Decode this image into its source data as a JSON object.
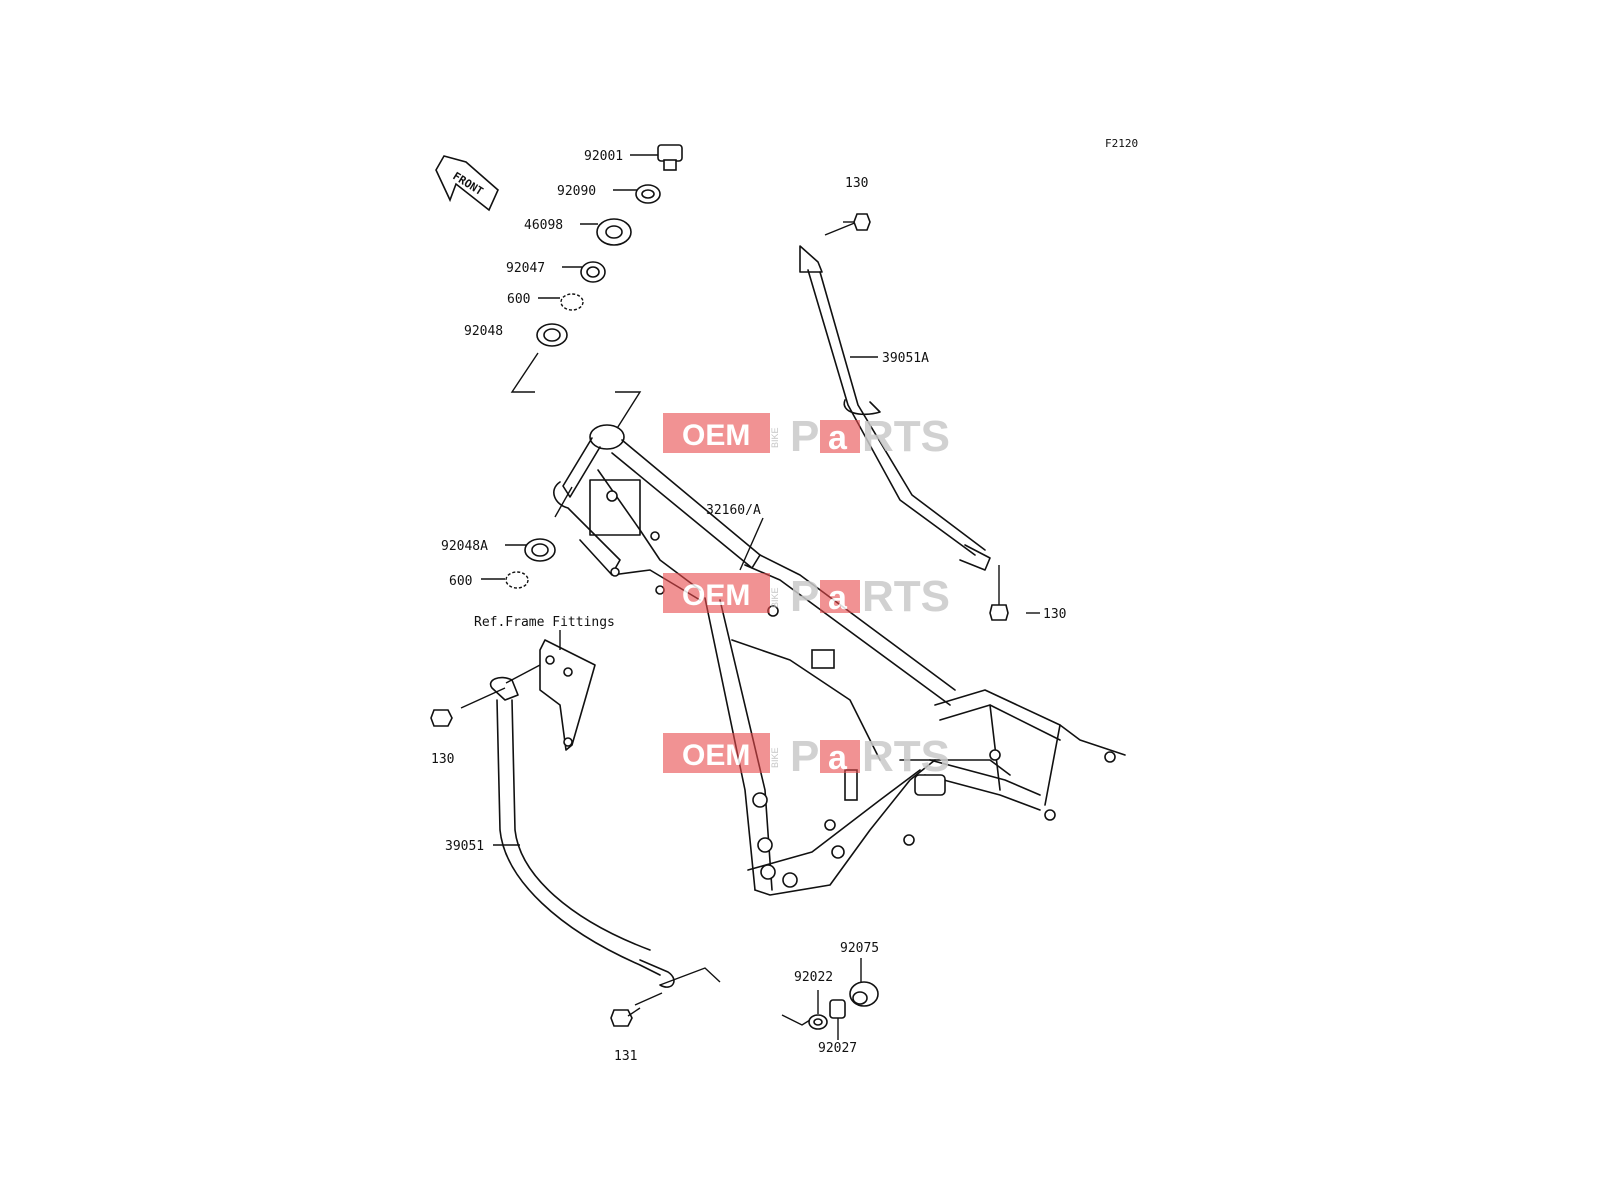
{
  "diagram_code": "F2120",
  "front_label": "FRONT",
  "callouts": [
    {
      "id": "92001",
      "text": "92001"
    },
    {
      "id": "92090",
      "text": "92090"
    },
    {
      "id": "46098",
      "text": "46098"
    },
    {
      "id": "92047",
      "text": "92047"
    },
    {
      "id": "600a",
      "text": "600"
    },
    {
      "id": "92048",
      "text": "92048"
    },
    {
      "id": "130a",
      "text": "130"
    },
    {
      "id": "39051A",
      "text": "39051A"
    },
    {
      "id": "32160A",
      "text": "32160/A"
    },
    {
      "id": "92048A",
      "text": "92048A"
    },
    {
      "id": "600b",
      "text": "600"
    },
    {
      "id": "130b",
      "text": "130"
    },
    {
      "id": "ref",
      "text": "Ref.Frame Fittings"
    },
    {
      "id": "130c",
      "text": "130"
    },
    {
      "id": "39051",
      "text": "39051"
    },
    {
      "id": "92075",
      "text": "92075"
    },
    {
      "id": "92022",
      "text": "92022"
    },
    {
      "id": "92027",
      "text": "92027"
    },
    {
      "id": "131",
      "text": "131"
    }
  ],
  "watermark": {
    "oem": "OEM",
    "bike": "BIKE",
    "p": "P",
    "a": "a",
    "rts": "RTS",
    "accent_color": "#e8484c"
  }
}
